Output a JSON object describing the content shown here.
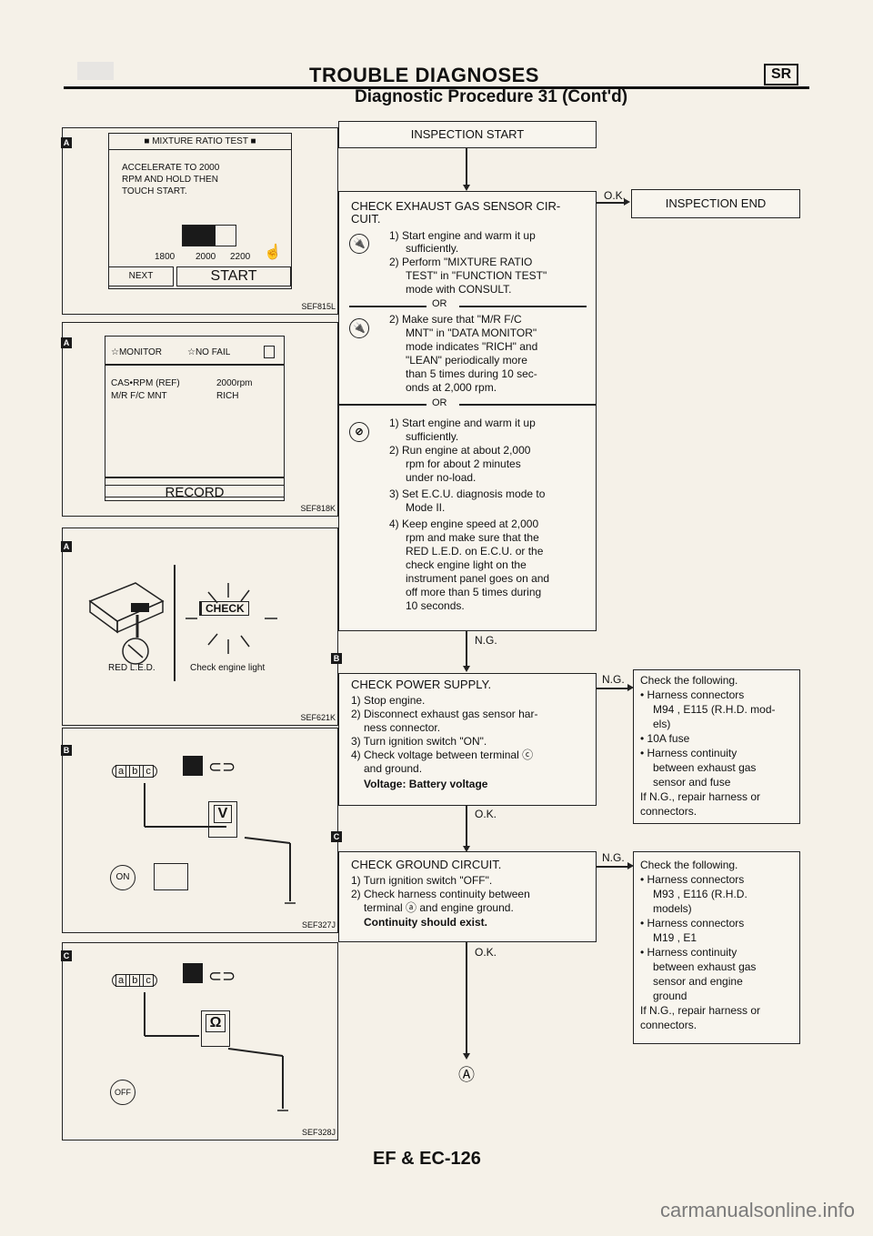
{
  "header": {
    "title": "TROUBLE DIAGNOSES",
    "section_badge": "SR",
    "subtitle": "Diagnostic Procedure 31 (Cont'd)"
  },
  "panels": {
    "a1": {
      "tag": "A",
      "screen_title": "■ MIXTURE RATIO TEST ■",
      "screen_text_1": "ACCELERATE TO 2000",
      "screen_text_2": "RPM AND HOLD THEN",
      "screen_text_3": "TOUCH START.",
      "scale_labels": [
        "1800",
        "2000",
        "2200"
      ],
      "btn_next": "NEXT",
      "btn_start": "START",
      "ref": "SEF815L"
    },
    "a2": {
      "tag": "A",
      "monitor_label": "☆MONITOR",
      "nofail_label": "☆NO FAIL",
      "row1_name": "CAS•RPM (REF)",
      "row1_value": "2000rpm",
      "row2_name": "M/R F/C MNT",
      "row2_value": "RICH",
      "record_label": "RECORD",
      "ref": "SEF818K"
    },
    "a3": {
      "tag": "A",
      "red_led_label": "RED L.E.D.",
      "check_label": "CHECK",
      "check_light_label": "Check engine light",
      "ref": "SEF621K"
    },
    "b": {
      "tag": "B",
      "connector_pins": [
        "a",
        "b",
        "c"
      ],
      "meter_label": "V",
      "ref": "SEF327J"
    },
    "c": {
      "tag": "C",
      "connector_pins": [
        "a",
        "b",
        "c"
      ],
      "meter_label": "Ω",
      "ref": "SEF328J"
    }
  },
  "flow": {
    "start": "INSPECTION START",
    "end": "INSPECTION END",
    "ok_label": "O.K.",
    "ng_label": "N.G.",
    "check1": {
      "tag": "A",
      "title_1": "CHECK EXHAUST GAS SENSOR CIR-",
      "title_2": "CUIT.",
      "s1": "1) Start engine and warm it up",
      "s1b": "sufficiently.",
      "s2": "2) Perform \"MIXTURE RATIO",
      "s2b": "TEST\" in \"FUNCTION TEST\"",
      "s2c": "mode with CONSULT.",
      "or": "OR",
      "t2": "2) Make sure that \"M/R F/C",
      "t2b": "MNT\" in \"DATA MONITOR\"",
      "t2c": "mode indicates \"RICH\" and",
      "t2d": "\"LEAN\" periodically more",
      "t2e": "than 5 times during 10 sec-",
      "t2f": "onds at 2,000 rpm.",
      "u1": "1) Start engine and warm it up",
      "u1b": "sufficiently.",
      "u2": "2) Run engine at about 2,000",
      "u2b": "rpm for about 2 minutes",
      "u2c": "under no-load.",
      "u3": "3) Set E.C.U. diagnosis mode to",
      "u3b": "Mode II.",
      "u4": "4) Keep engine speed at 2,000",
      "u4b": "rpm and make sure that the",
      "u4c": "RED L.E.D. on E.C.U. or the",
      "u4d": "check engine light on the",
      "u4e": "instrument panel goes on and",
      "u4f": "off more than 5 times during",
      "u4g": "10 seconds."
    },
    "check2": {
      "tag": "B",
      "title": "CHECK POWER SUPPLY.",
      "s1": "1) Stop engine.",
      "s2": "2) Disconnect exhaust gas sensor har-",
      "s2b": "ness connector.",
      "s3": "3) Turn ignition switch \"ON\".",
      "s4": "4) Check voltage between terminal ⓒ",
      "s4b": "and ground.",
      "result": "Voltage: Battery voltage"
    },
    "ng2": {
      "l1": "Check the following.",
      "l2": "• Harness connectors",
      "l3": "M94 , E115 (R.H.D. mod-",
      "l4": "els)",
      "l5": "• 10A fuse",
      "l6": "• Harness continuity",
      "l7": "between exhaust gas",
      "l8": "sensor and fuse",
      "l9": "If N.G., repair harness or",
      "l10": "connectors."
    },
    "check3": {
      "tag": "C",
      "title": "CHECK GROUND CIRCUIT.",
      "s1": "1) Turn ignition switch \"OFF\".",
      "s2": "2) Check harness continuity between",
      "s2b": "terminal ⓐ and engine ground.",
      "result": "Continuity should exist."
    },
    "ng3": {
      "l1": "Check the following.",
      "l2": "• Harness connectors",
      "l3": "M93 , E116 (R.H.D.",
      "l4": "models)",
      "l5": "• Harness connectors",
      "l6": "M19 , E1",
      "l7": "• Harness continuity",
      "l8": "between exhaust gas",
      "l9": "sensor and engine",
      "l10": "ground",
      "l11": "If N.G., repair harness or",
      "l12": "connectors."
    },
    "continue_marker": "Ⓐ"
  },
  "footer": {
    "page": "EF & EC-126",
    "watermark": "carmanualsonline.info"
  }
}
